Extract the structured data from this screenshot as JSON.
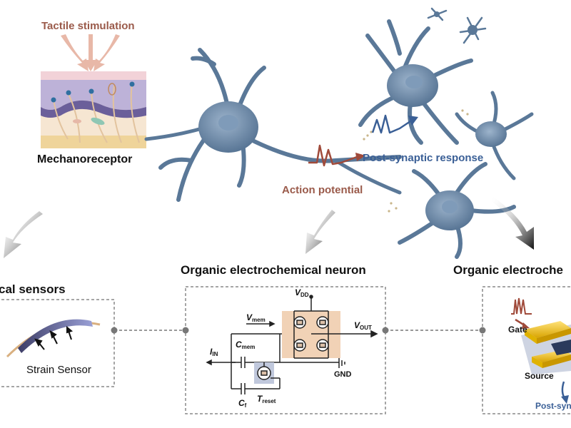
{
  "top": {
    "stimulus_label": "Tactile stimulation",
    "receptor_label": "Mechanoreceptor",
    "action_label": "Action potential",
    "post_label": "Post-synaptic response"
  },
  "panels": {
    "left_title": "cal sensors",
    "left_caption": "Strain Sensor",
    "middle_title": "Organic electrochemical neuron",
    "right_title": "Organic electroche",
    "right_gate": "Gate",
    "right_source": "Source",
    "right_post": "Post-syn"
  },
  "circuit": {
    "vdd": "V",
    "vdd_sub": "DD",
    "vmem": "V",
    "vmem_sub": "mem",
    "vout": "V",
    "vout_sub": "OUT",
    "iin": "I",
    "iin_sub": "IN",
    "cmem": "C",
    "cmem_sub": "mem",
    "cf": "C",
    "cf_sub": "f",
    "treset": "T",
    "treset_sub": "reset",
    "gnd": "GND"
  },
  "colors": {
    "neuron": "#5a7898",
    "neuron_light": "#8ea8c2",
    "brown_label": "#9a5a4a",
    "blue_label": "#3a5f96",
    "transistor_bg": "#f1d2b6"
  }
}
